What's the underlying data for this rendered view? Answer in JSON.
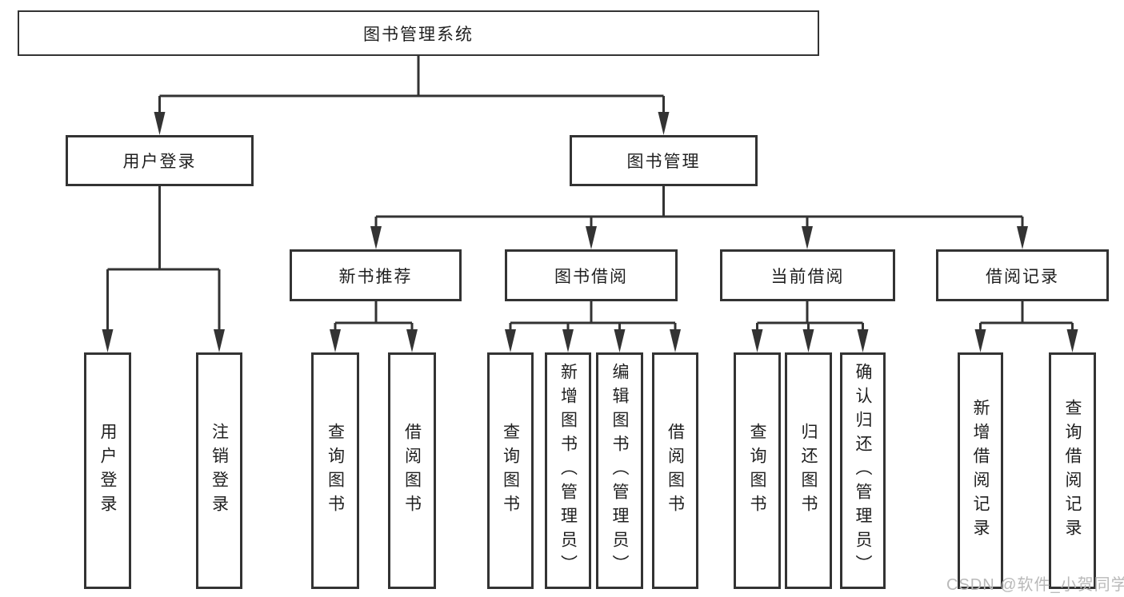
{
  "diagram_title": "图书管理系统",
  "tree": {
    "label": "图书管理系统",
    "children": [
      {
        "label": "用户登录",
        "children": [
          {
            "label": "用户登录"
          },
          {
            "label": "注销登录"
          }
        ]
      },
      {
        "label": "图书管理",
        "children": [
          {
            "label": "新书推荐",
            "children": [
              {
                "label": "查询图书"
              },
              {
                "label": "借阅图书"
              }
            ]
          },
          {
            "label": "图书借阅",
            "children": [
              {
                "label": "查询图书"
              },
              {
                "label": "新增图书（管理员）"
              },
              {
                "label": "编辑图书（管理员）"
              },
              {
                "label": "借阅图书"
              }
            ]
          },
          {
            "label": "当前借阅",
            "children": [
              {
                "label": "查询图书"
              },
              {
                "label": "归还图书"
              },
              {
                "label": "确认归还（管理员）"
              }
            ]
          },
          {
            "label": "借阅记录",
            "children": [
              {
                "label": "新增借阅记录"
              },
              {
                "label": "查询借阅记录"
              }
            ]
          }
        ]
      }
    ]
  },
  "watermark": "CSDN @软件_小贺同学",
  "colors": {
    "line": "#333333",
    "box_border": "#333333",
    "box_fill": "#ffffff",
    "text": "#1f1f1f",
    "watermark": "#b9b9b9",
    "background": "#ffffff"
  }
}
